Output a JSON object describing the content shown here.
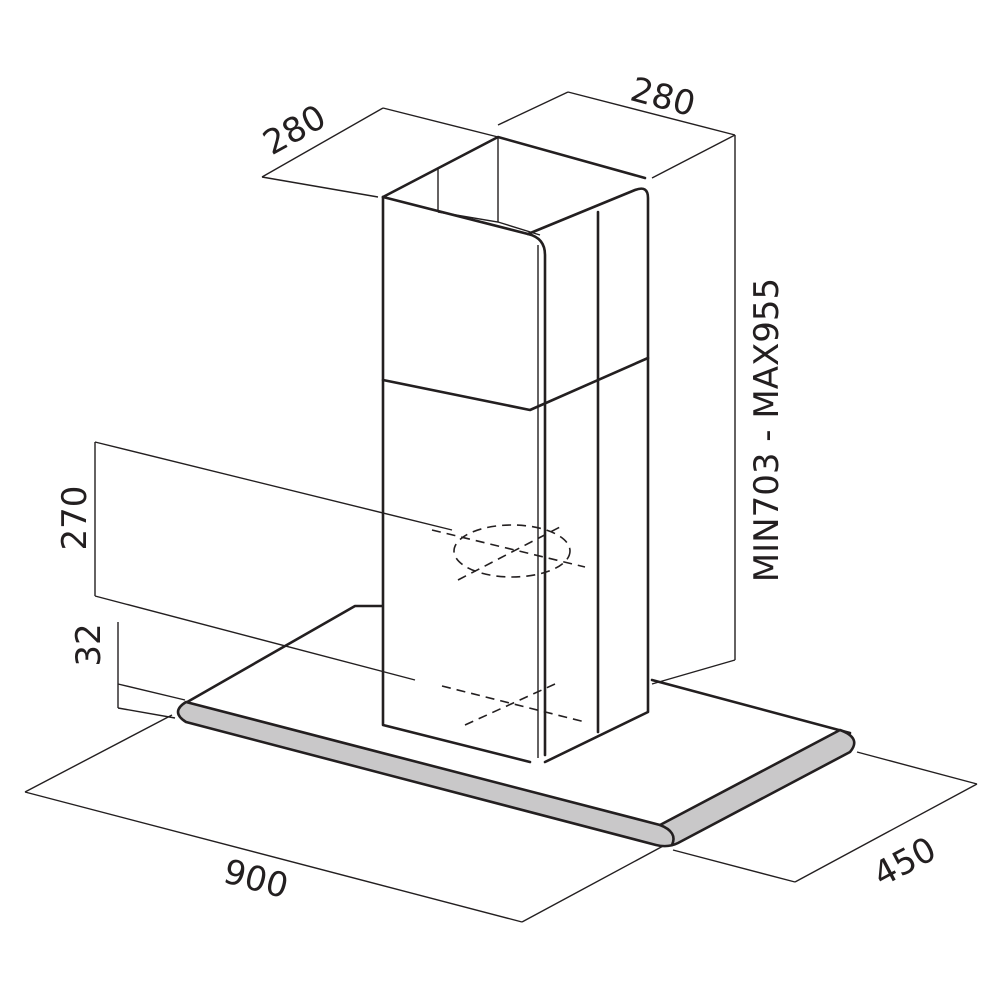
{
  "dimensions": {
    "chimney_depth": "280",
    "chimney_width": "280",
    "height_range": "MIN703 - MAX955",
    "duct_height": "270",
    "canopy_thickness": "32",
    "hood_width": "900",
    "hood_depth": "450"
  },
  "colors": {
    "line": "#231f20",
    "edge_fill": "#c9c8c9",
    "background": "#ffffff"
  }
}
